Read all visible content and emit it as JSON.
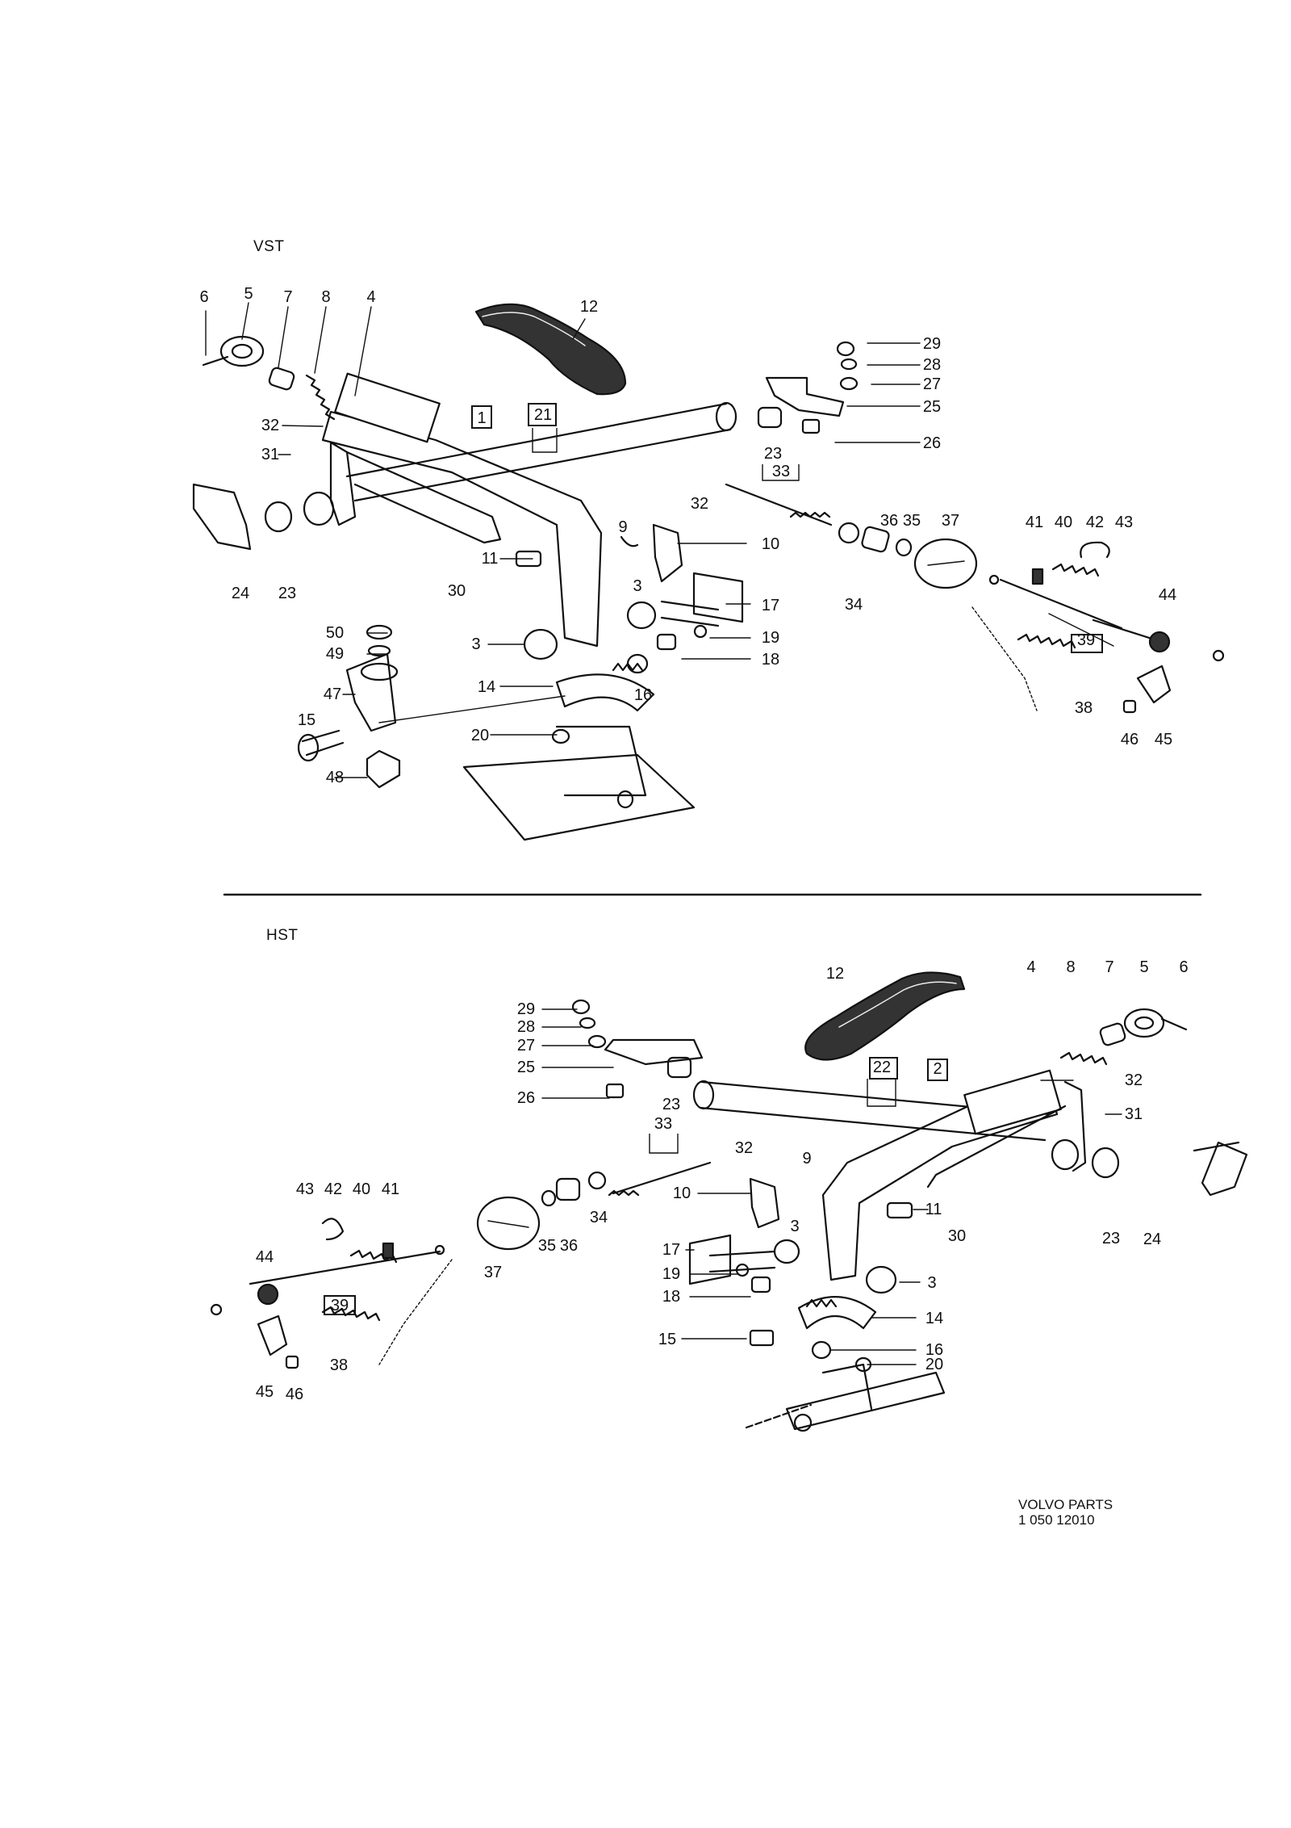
{
  "sections": [
    {
      "id": "vst",
      "label": "VST"
    },
    {
      "id": "hst",
      "label": "HST"
    }
  ],
  "footer": {
    "line1": "VOLVO PARTS",
    "line2": "1 050 12010"
  },
  "callouts": {
    "vst": [
      "6",
      "5",
      "7",
      "8",
      "4",
      "12",
      "29",
      "28",
      "27",
      "25",
      "26",
      "32",
      "31",
      "1",
      "21",
      "23",
      "33",
      "32",
      "24",
      "23",
      "30",
      "11",
      "9",
      "10",
      "41",
      "40",
      "42",
      "43",
      "36",
      "35",
      "37",
      "34",
      "44",
      "3",
      "17",
      "50",
      "49",
      "3",
      "19",
      "18",
      "47",
      "14",
      "16",
      "39",
      "15",
      "38",
      "46",
      "45",
      "20",
      "48"
    ],
    "hst": [
      "12",
      "4",
      "8",
      "7",
      "5",
      "6",
      "29",
      "28",
      "27",
      "25",
      "26",
      "23",
      "22",
      "2",
      "32",
      "31",
      "33",
      "32",
      "43",
      "42",
      "40",
      "41",
      "9",
      "10",
      "11",
      "30",
      "35",
      "36",
      "34",
      "44",
      "17",
      "3",
      "23",
      "24",
      "37",
      "19",
      "18",
      "3",
      "39",
      "14",
      "15",
      "16",
      "38",
      "20",
      "45",
      "46"
    ]
  },
  "boxed_callouts": {
    "vst": [
      "1",
      "21",
      "39"
    ],
    "hst": [
      "22",
      "2",
      "39"
    ]
  }
}
